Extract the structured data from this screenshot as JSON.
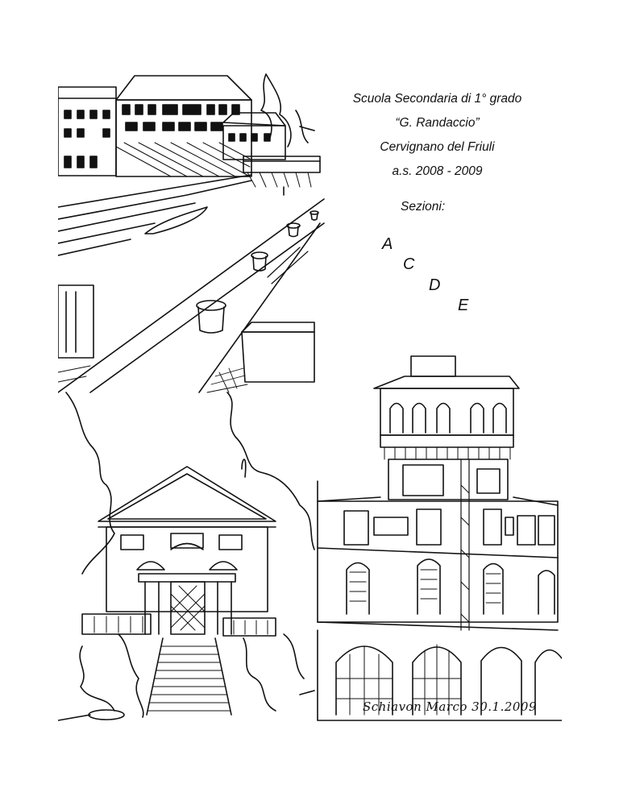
{
  "cover": {
    "school_line1": "Scuola Secondaria di 1° grado",
    "school_line2": "“G. Randaccio”",
    "city": "Cervignano del Friuli",
    "school_year": "a.s. 2008 - 2009",
    "sections_label": "Sezioni:",
    "sections": [
      "A",
      "C",
      "D",
      "E"
    ]
  },
  "illustration": {
    "signature_text": "Schiavon Marco 30.1.2009",
    "style": "black ink line drawing"
  }
}
